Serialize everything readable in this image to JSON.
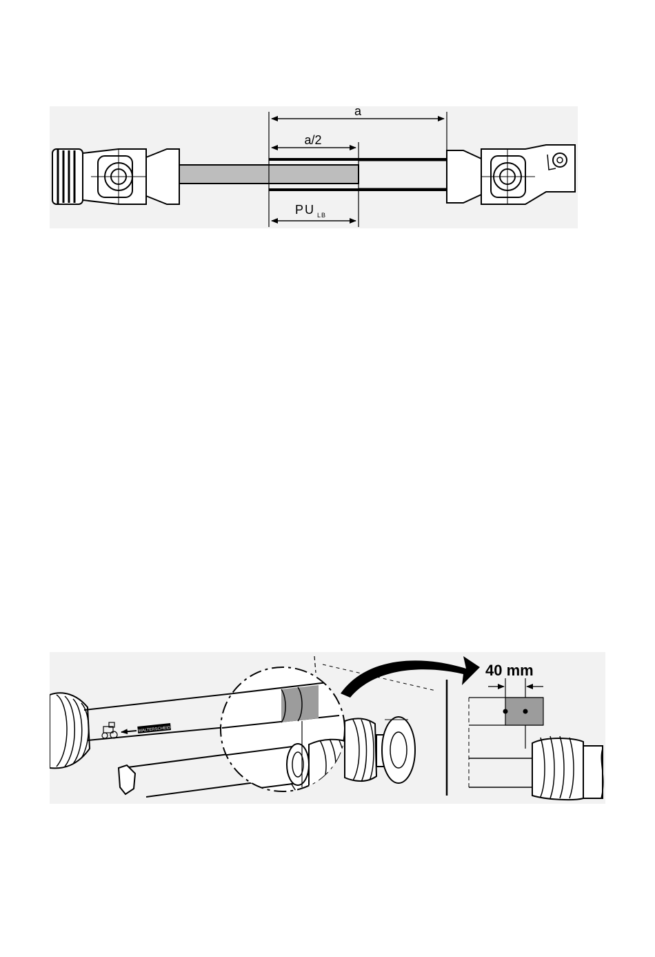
{
  "figure_top": {
    "label_a": "a",
    "label_a_half": "a/2",
    "label_pu": "PU",
    "label_pu_sub": "LB"
  },
  "figure_bottom": {
    "dimension_label": "40 mm",
    "brand_text": "WALTERSCHEID"
  },
  "colors": {
    "figure_background": "#f2f2f2",
    "tube_fill": "#bdbdbd",
    "marker_fill": "#9c9c9c",
    "line": "#000000"
  }
}
